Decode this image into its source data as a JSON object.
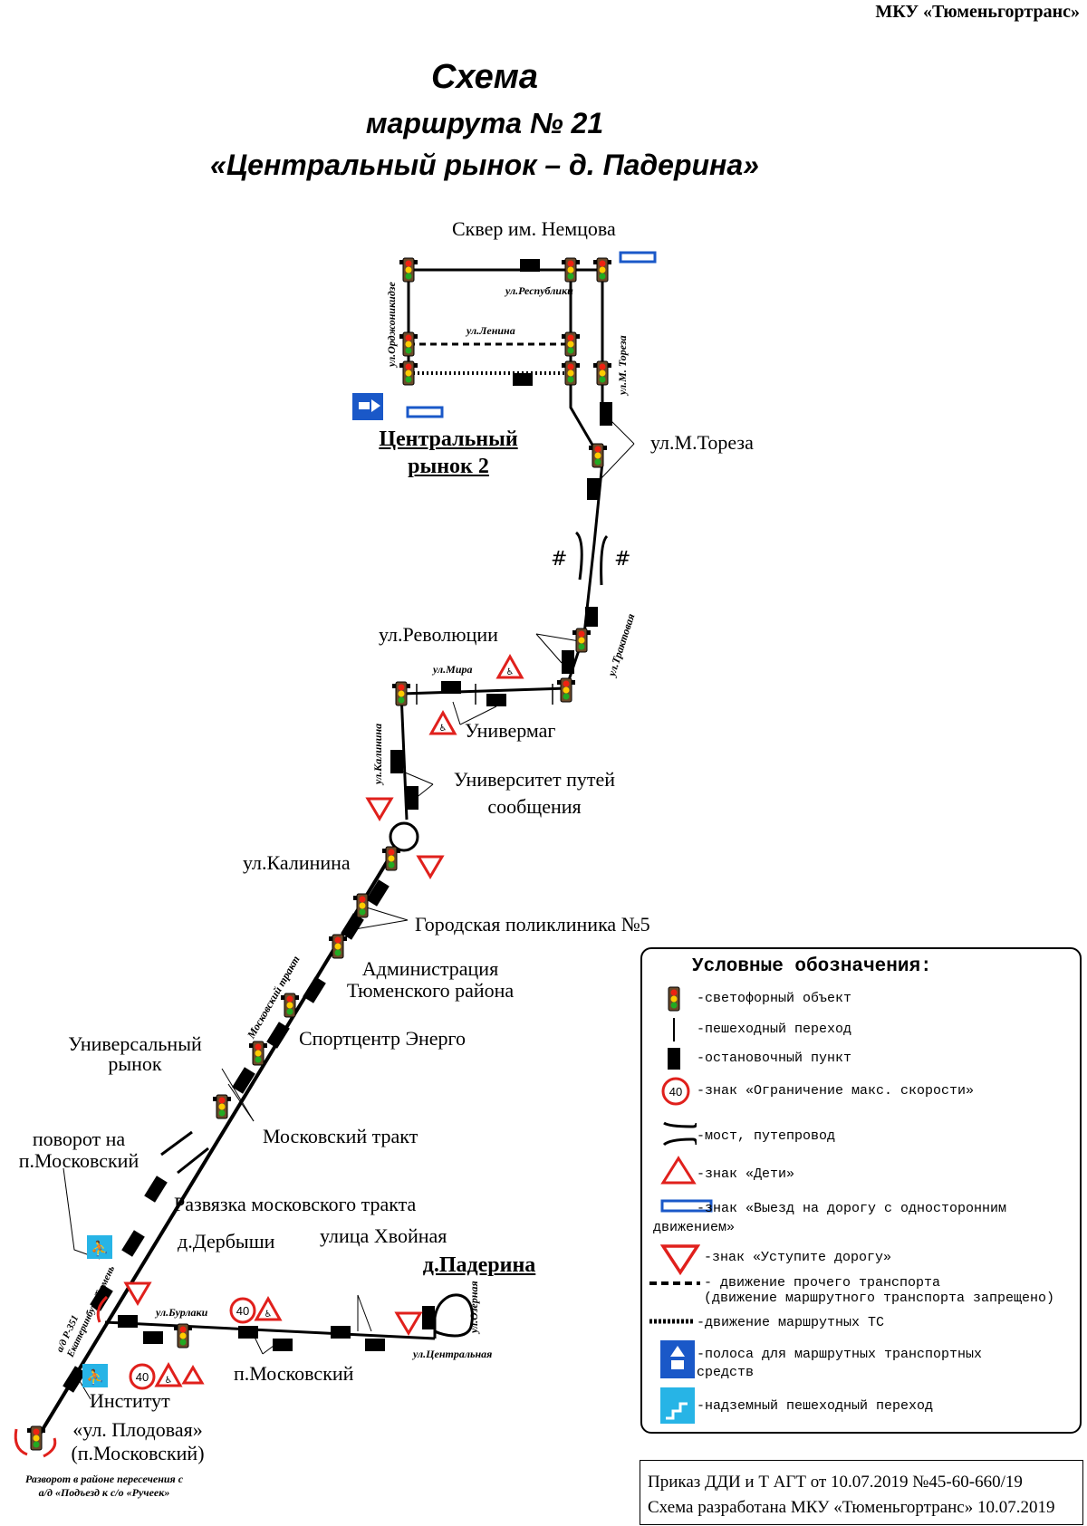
{
  "header": {
    "organization": "МКУ «Тюменьгортранс»",
    "title_line1": "Схема",
    "title_line2": "маршрута № 21",
    "title_line3": "«Центральный рынок – д. Падерина»"
  },
  "stops": {
    "skver": "Сквер им. Немцова",
    "terminal_central_line1": "Центральный",
    "terminal_central_line2": "рынок 2",
    "m_toreza": "ул.М.Тореза",
    "revolucii": "ул.Революции",
    "univermag": "Универмаг",
    "universitet_line1": "Университет путей",
    "universitet_line2": "сообщения",
    "kalinina": "ул.Калинина",
    "poliklinika": "Городская поликлиника №5",
    "administracia_line1": "Администрация",
    "administracia_line2": "Тюменского района",
    "sportcentr": "Спортцентр Энерго",
    "rynok_line1": "Универсальный",
    "rynok_line2": "рынок",
    "moskovsky_trakt": "Московский тракт",
    "povorot_line1": "поворот на",
    "povorot_line2": "п.Московский",
    "razvyazka": "Развязка московского тракта",
    "derbyshi": "д.Дербыши",
    "hvoinaya": "улица Хвойная",
    "terminal_paderina": "д.Падерина",
    "p_moskovsky": "п.Московский",
    "institut": "Институт",
    "plodovaya_line1": "«ул. Плодовая»",
    "plodovaya_line2": "(п.Московский)"
  },
  "streets": {
    "respubliki": "ул.Республики",
    "ordzhonikidze": "ул.Орджоникидзе",
    "lenina": "ул.Ленина",
    "m_toreza_vert": "ул.М. Тореза",
    "traktovaya": "ул.Трактовая",
    "mira": "ул.Мира",
    "kalinina_vert": "ул.Калинина",
    "moskovsky_trakt": "Московский тракт",
    "burlaki": "ул.Бурлаки",
    "ozernaya": "ул.Озерная",
    "centralnaya": "ул.Центральная",
    "highway_line1": "а/д Р-351",
    "highway_line2": "Екатеринбург-Тюмень"
  },
  "turnaround_note_line1": "Разворот в районе пересечения с",
  "turnaround_note_line2": "а/д «Подъезд к с/о «Ручеек»",
  "speed_limit": "40",
  "legend": {
    "title": "Условные обозначения:",
    "items": {
      "traffic_light": "-светофорный объект",
      "crossing": "-пешеходный переход",
      "stop": "-остановочный пункт",
      "speed": "-знак «Ограничение макс. скорости»",
      "bridge": "-мост, путепровод",
      "children": "-знак «Дети»",
      "oneway_line1": "-знак «Выезд на дорогу с односторонним",
      "oneway_line2": "движением»",
      "yield": "-знак «Уступите дорогу»",
      "other_traffic_line1": "- движение прочего транспорта",
      "other_traffic_line2": "(движение маршрутного транспорта запрещено)",
      "route_traffic": "-движение маршрутных ТС",
      "bus_lane_line1": "-полоса для маршрутных транспортных",
      "bus_lane_line2": "средств",
      "overpass": "-надземный пешеходный переход"
    }
  },
  "footer": {
    "line1": "Приказ ДДИ и Т АГТ от 10.07.2019 №45-60-660/19",
    "line2": "Схема разработана МКУ «Тюменьгортранс» 10.07.2019"
  },
  "colors": {
    "sign_red": "#e0201c",
    "sign_blue": "#1a58c8",
    "overpass_cyan": "#27b4e6",
    "stop_black": "#000000"
  }
}
